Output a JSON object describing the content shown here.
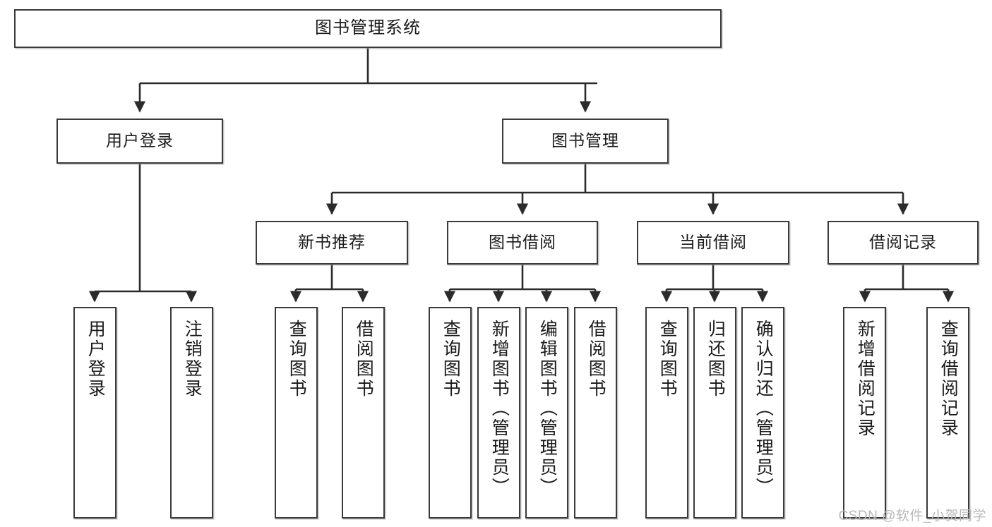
{
  "diagram": {
    "title": "图书管理系统",
    "type": "tree-hierarchy-chart",
    "watermark": "CSDN @软件_小贺同学",
    "accent_color": "#3a3a3a",
    "background_color": "#ffffff"
  },
  "nodes": {
    "root": {
      "label": "图书管理系统"
    },
    "level2": [
      {
        "label": "用户登录"
      },
      {
        "label": "图书管理"
      }
    ],
    "level3": [
      {
        "label": "新书推荐"
      },
      {
        "label": "图书借阅"
      },
      {
        "label": "当前借阅"
      },
      {
        "label": "借阅记录"
      }
    ],
    "leaves": {
      "user_login": [
        {
          "label": "用户登录"
        },
        {
          "label": "注销登录"
        }
      ],
      "new_book_recommend": [
        {
          "label": "查询图书"
        },
        {
          "label": "借阅图书"
        }
      ],
      "book_borrow": [
        {
          "label": "查询图书"
        },
        {
          "label": "新增图书（管理员）"
        },
        {
          "label": "编辑图书（管理员）"
        },
        {
          "label": "借阅图书"
        }
      ],
      "current_borrow": [
        {
          "label": "查询图书"
        },
        {
          "label": "归还图书"
        },
        {
          "label": "确认归还（管理员）"
        }
      ],
      "borrow_record": [
        {
          "label": "新增借阅记录"
        },
        {
          "label": "查询借阅记录"
        }
      ]
    }
  }
}
